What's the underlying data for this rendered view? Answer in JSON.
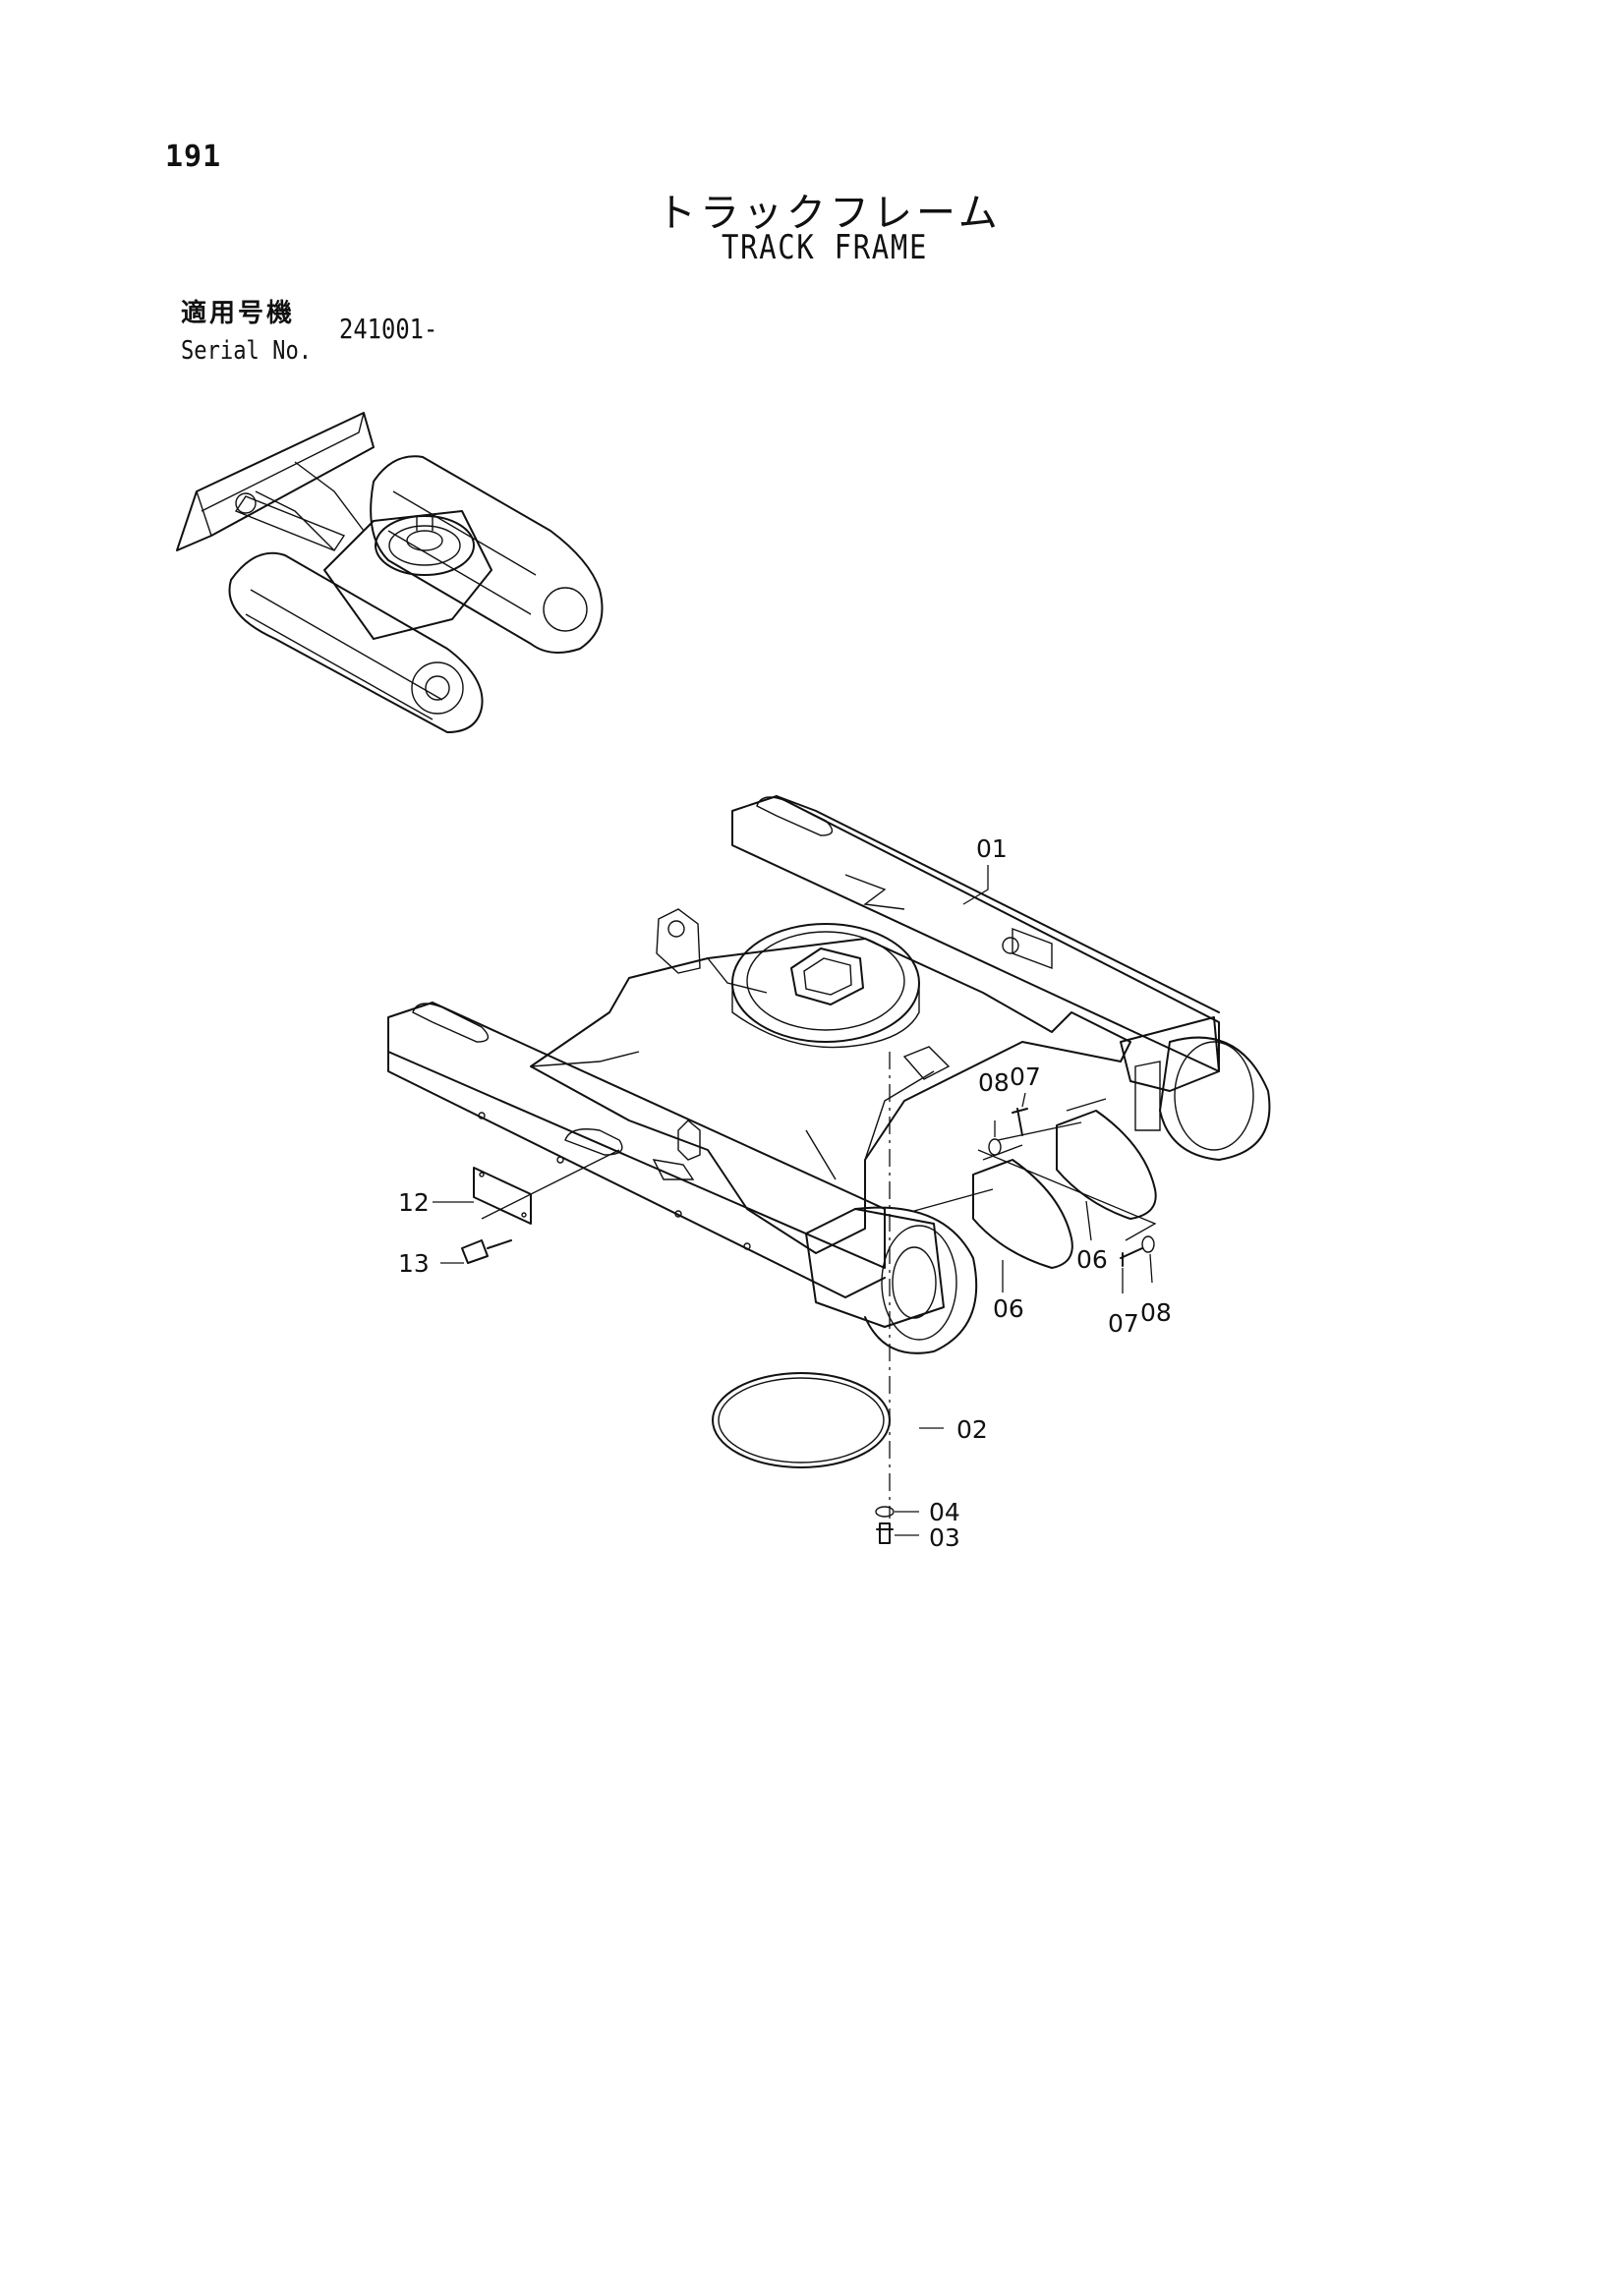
{
  "page": {
    "number": "191",
    "title_jp": "トラックフレーム",
    "title_en": "TRACK FRAME"
  },
  "serial": {
    "label_jp": "適用号機",
    "label_en": "Serial No.",
    "value": "241001-"
  },
  "callouts": {
    "c01": "01",
    "c02": "02",
    "c03": "03",
    "c04": "04",
    "c06a": "06",
    "c06b": "06",
    "c07a": "07",
    "c08a": "08",
    "c07b": "07",
    "c08b": "08",
    "c12": "12",
    "c13": "13"
  }
}
